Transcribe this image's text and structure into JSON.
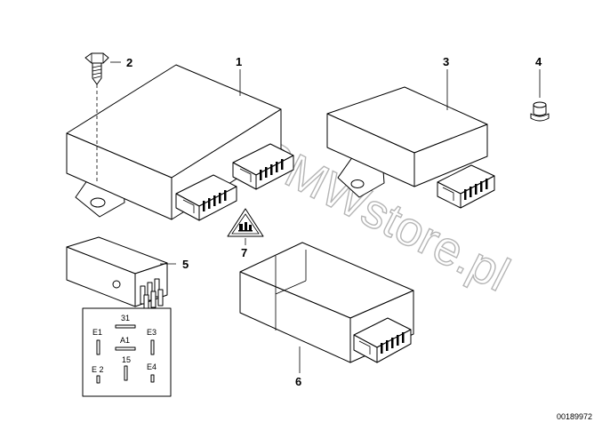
{
  "watermark": "www.BMWstore.pl",
  "part_labels": {
    "p1": "1",
    "p2": "2",
    "p3": "3",
    "p4": "4",
    "p5": "5",
    "p6": "6",
    "p7": "7"
  },
  "pinout": {
    "pin_31": "31",
    "pin_e1": "E1",
    "pin_e3": "E3",
    "pin_a1": "A1",
    "pin_e2": "E 2",
    "pin_15": "15",
    "pin_e4": "E4"
  },
  "reference_number": "00189972"
}
